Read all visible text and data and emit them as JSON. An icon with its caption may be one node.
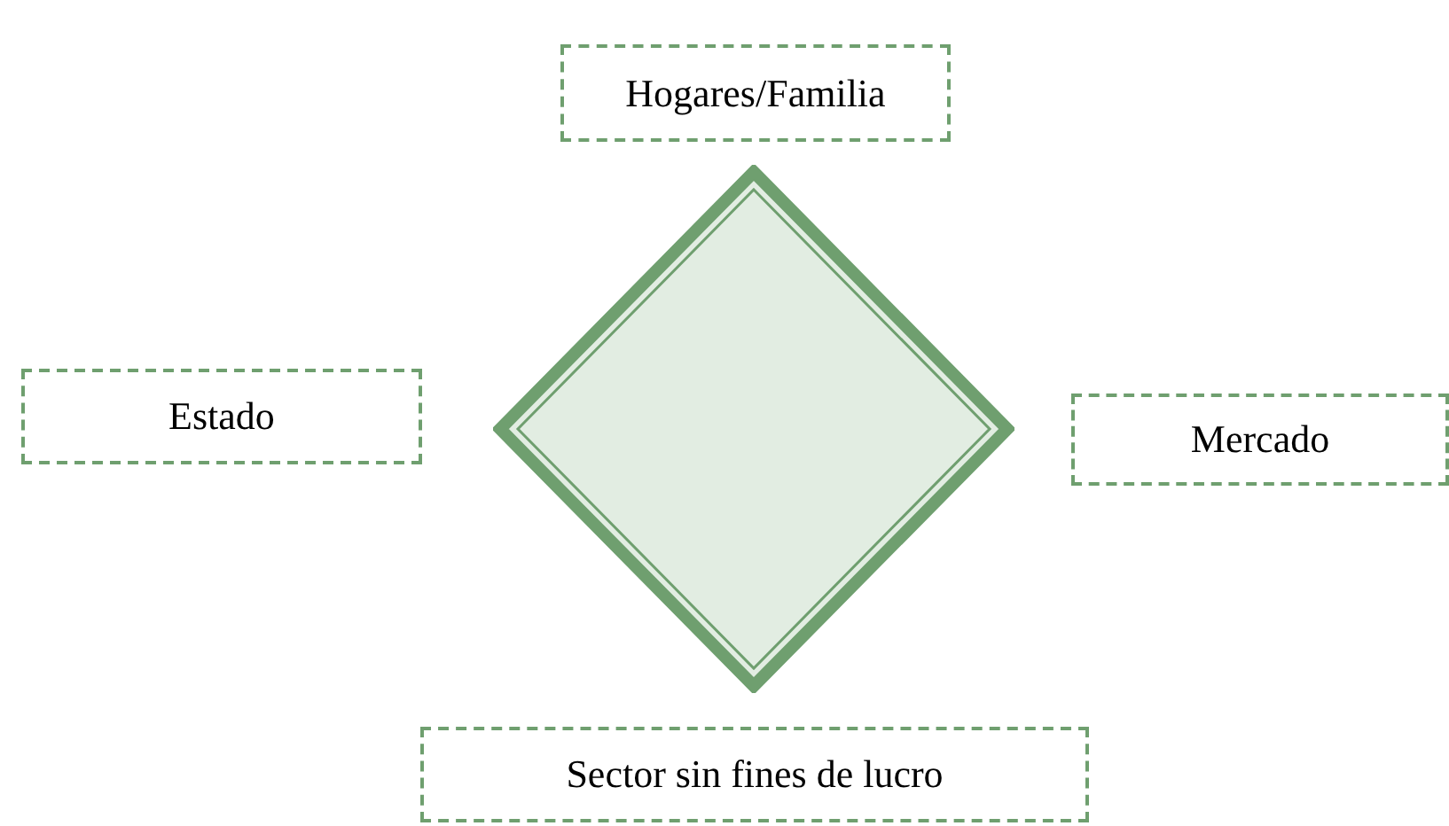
{
  "diagram": {
    "nodes": [
      {
        "text": [
          "Hogares/Familia"
        ]
      },
      {
        "text": [
          "Estado"
        ]
      },
      {
        "text": [],
        "shape": "diamond"
      },
      {
        "text": [
          "Mercado"
        ]
      },
      {
        "text": [
          "Sector sin fines de lucro"
        ]
      }
    ]
  }
}
